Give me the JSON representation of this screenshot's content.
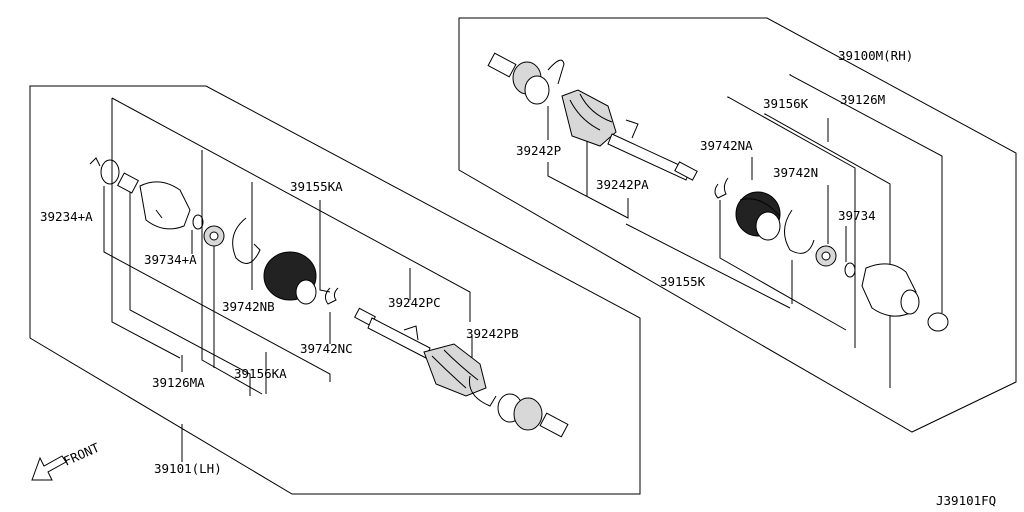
{
  "labels": {
    "rh_assembly": "39100M(RH)",
    "rh_39156k": "39156K",
    "rh_39126m": "39126M",
    "rh_39242p": "39242P",
    "rh_39742na": "39742NA",
    "rh_39242pa": "39242PA",
    "rh_39742n": "39742N",
    "rh_39734": "39734",
    "rh_39155k": "39155K",
    "lh_39155ka": "39155KA",
    "lh_39234a": "39234+A",
    "lh_39734a": "39734+A",
    "lh_39742nb": "39742NB",
    "lh_39242pc": "39242PC",
    "lh_39242pb": "39242PB",
    "lh_39742nc": "39742NC",
    "lh_39126ma": "39126MA",
    "lh_39156ka": "39156KA",
    "lh_assembly": "39101(LH)",
    "front": "FRONT",
    "diagram_code": "J39101FQ"
  },
  "icons": {
    "front_arrow": "arrow-down-left-icon"
  }
}
